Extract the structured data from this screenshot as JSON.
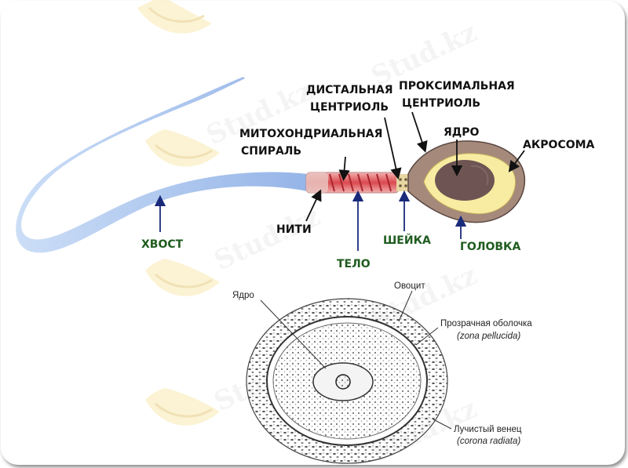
{
  "sperm": {
    "labels": {
      "distal_centriole": [
        "ДИСТАЛЬНАЯ",
        "ЦЕНТРИОЛЬ"
      ],
      "proximal_centriole": [
        "ПРОКСИМАЛЬНАЯ",
        "ЦЕНТРИОЛЬ"
      ],
      "mito_spiral": [
        "МИТОХОНДРИАЛЬНАЯ",
        "СПИРАЛЬ"
      ],
      "nucleus": "ЯДРО",
      "acrosome": "АКРОСОМА",
      "filaments": "НИТИ",
      "tail": "ХВОСТ",
      "body": "ТЕЛО",
      "neck": "ШЕЙКА",
      "head": "ГОЛОВКА"
    }
  },
  "oocyte": {
    "labels": {
      "nucleus": "Ядро",
      "oocyte": "Овоцит",
      "zona": "Прозрачная оболочка",
      "zona_latin": "(zona pellucida)",
      "corona": "Лучистый венец",
      "corona_latin": "(corona radiata)"
    }
  },
  "watermark": {
    "text": "Stud.kz"
  },
  "colors": {
    "tail_blue": "#a9c4ee",
    "midpiece_red": "#d9494f",
    "head_brown": "#a58a7c",
    "acrosome_yellow": "#f8eca2",
    "nucleus_brown": "#6e5553",
    "arrow_navy": "#1a2a7a",
    "green_label": "#1f5c1f"
  }
}
